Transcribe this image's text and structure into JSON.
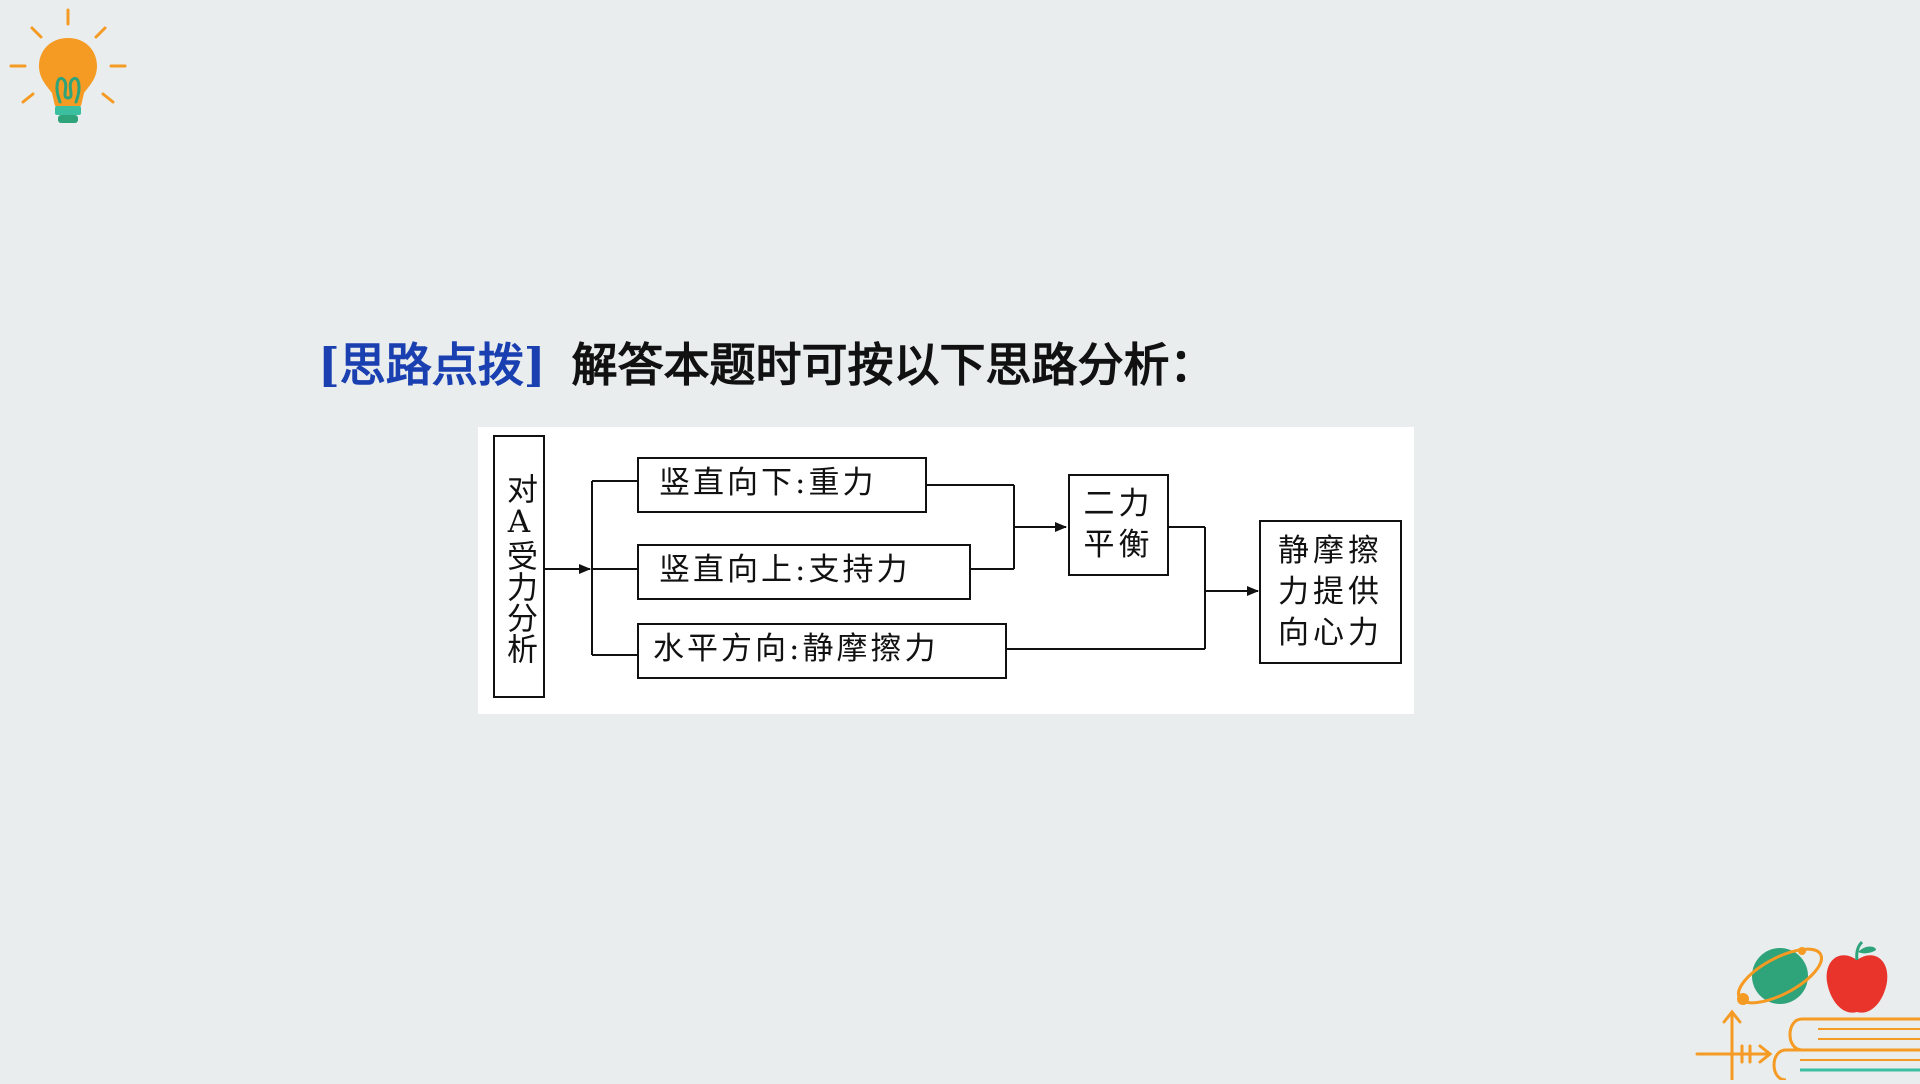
{
  "heading": {
    "tag": "[思路点拨]",
    "lead": "解答本题时可按以下思路分析："
  },
  "diagram": {
    "source": "对A受力分析",
    "down": "竖直向下:重力",
    "up": "竖直向上:支持力",
    "horizontal": "水平方向:静摩擦力",
    "balance_line1": "二力",
    "balance_line2": "平衡",
    "result_line1": "静摩擦",
    "result_line2": "力提供",
    "result_line3": "向心力"
  },
  "decorations": {
    "top_left_icon": "lightbulb-icon",
    "bottom_right_icon": "books-apple-planet-icon",
    "colors": {
      "accent_blue": "#1a3fb0",
      "bulb_orange": "#f59a23",
      "planet_green": "#2fa37a",
      "apple_red": "#e8342b"
    }
  }
}
